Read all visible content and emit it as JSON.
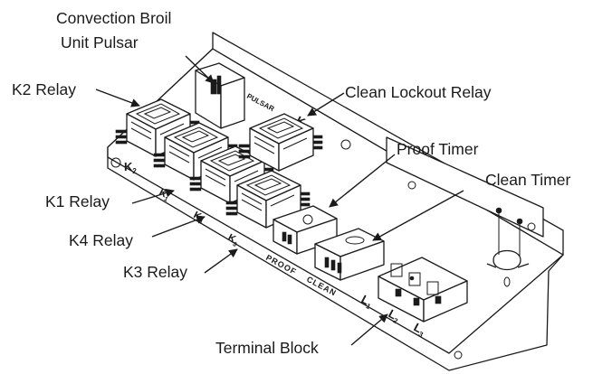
{
  "callouts": {
    "convection_broil": [
      "Convection Broil",
      "Unit Pulsar"
    ],
    "k2_relay": "K2 Relay",
    "clean_lockout_relay": "Clean Lockout Relay",
    "proof_timer": "Proof Timer",
    "clean_timer": "Clean Timer",
    "k1_relay": "K1 Relay",
    "k4_relay": "K4 Relay",
    "k3_relay": "K3 Relay",
    "terminal_block": "Terminal Block"
  },
  "board_markings": {
    "pulsar": "PULSAR",
    "k_lockout": "K",
    "k2_main": "K",
    "k2_sub": "2",
    "k1_main": "K",
    "k1_sub": "1",
    "k4_main": "K",
    "k4_sub": "4",
    "k3_main": "K",
    "k3_sub": "3",
    "proof": "PROOF",
    "clean": "CLEAN",
    "l1_main": "L",
    "l1_sub": "1",
    "l2_main": "L",
    "l2_sub": "2",
    "l3_main": "L",
    "l3_sub": "3"
  }
}
